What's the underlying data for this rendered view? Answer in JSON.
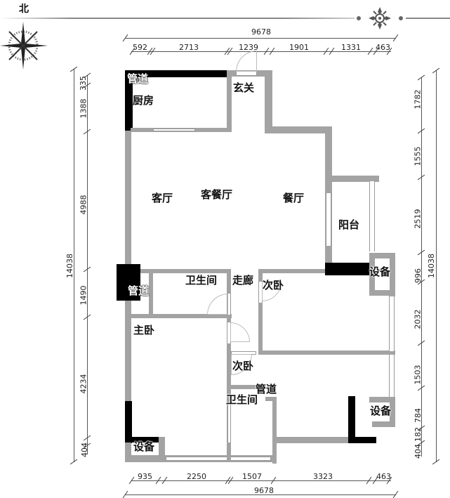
{
  "header": {
    "north_label": "北",
    "compass_icon": "compass-rose-icon",
    "ornament_icon": "ornament-flourish-icon"
  },
  "rooms": {
    "pipe_top": "管道",
    "kitchen": "厨房",
    "entrance": "玄关",
    "living": "客厅",
    "living_dining": "客餐厅",
    "dining": "餐厅",
    "balcony": "阳台",
    "equip_balcony": "设备",
    "pipe_left": "管道",
    "bathroom_1": "卫生间",
    "corridor": "走廊",
    "second_bedroom_1": "次卧",
    "master_bedroom": "主卧",
    "second_bedroom_2": "次卧",
    "pipe_mid": "管道",
    "bathroom_2": "卫生间",
    "equip_right": "设备",
    "equip_bottom_left": "设备"
  },
  "dimensions": {
    "top_total": "9678",
    "top": [
      "592",
      "2713",
      "1239",
      "1901",
      "1331",
      "463"
    ],
    "bottom_total": "9678",
    "bottom": [
      "935",
      "2250",
      "1507",
      "3323",
      "463"
    ],
    "left_total": "14038",
    "left": [
      "335",
      "1388",
      "4988",
      "1490",
      "4234",
      "404"
    ],
    "right_total": "14038",
    "right": [
      "1782",
      "1555",
      "2519",
      "996",
      "2032",
      "1503",
      "784",
      "182",
      "404"
    ]
  },
  "colors": {
    "wall": "#a3a3a3",
    "structural": "#000000",
    "dim_line": "#555555"
  }
}
